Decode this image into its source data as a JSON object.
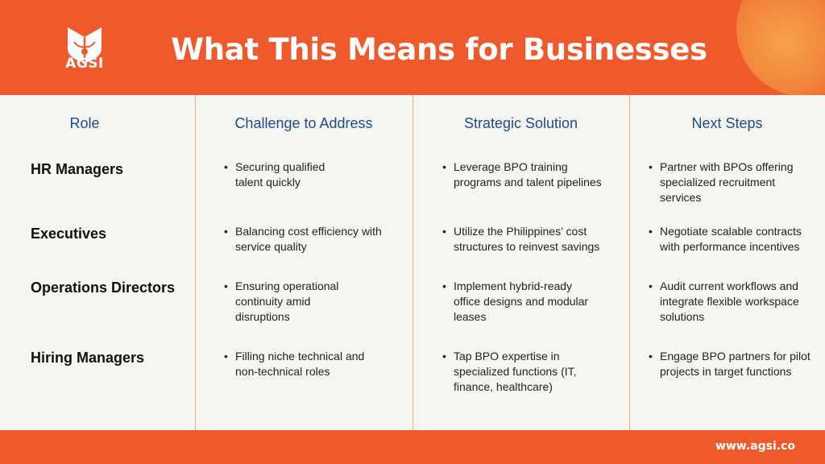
{
  "brand": {
    "name": "AGSI",
    "accent": "#ee5a2c",
    "heading_color": "#1e4b8c"
  },
  "title": "What This Means for Businesses",
  "columns": [
    "Role",
    "Challenge to Address",
    "Strategic Solution",
    "Next Steps"
  ],
  "rows": [
    {
      "role": "HR Managers",
      "challenge": "Securing qualified talent quickly",
      "solution": "Leverage BPO training programs and talent pipelines",
      "next": "Partner with BPOs offering specialized recruitment services"
    },
    {
      "role": "Executives",
      "challenge": "Balancing cost efficiency with service quality",
      "solution": "Utilize the Philippines’ cost structures to reinvest savings",
      "next": "Negotiate scalable contracts with performance incentives"
    },
    {
      "role": "Operations Directors",
      "challenge": "Ensuring operational continuity amid disruptions",
      "solution": "Implement hybrid-ready office designs and modular leases",
      "next": "Audit current workflows and integrate flexible workspace solutions"
    },
    {
      "role": "Hiring Managers",
      "challenge": "Filling niche technical and non-technical roles",
      "solution": "Tap BPO expertise in specialized functions (IT, finance, healthcare)",
      "next": "Engage BPO partners for pilot projects in target functions"
    }
  ],
  "footer": {
    "website": "www.agsi.co"
  }
}
